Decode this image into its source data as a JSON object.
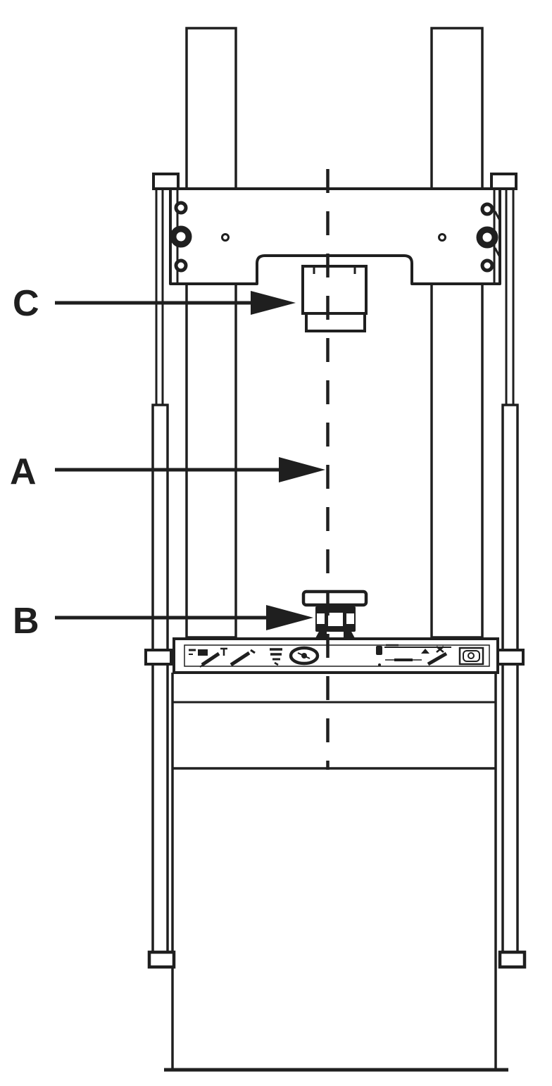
{
  "diagram": {
    "type": "technical-line-drawing",
    "subject": "impact-test-frame-front-view",
    "colors": {
      "ink": "#1f1f1f",
      "background": "#ffffff"
    },
    "callouts": [
      {
        "label": "C"
      },
      {
        "label": "A"
      },
      {
        "label": "B"
      }
    ],
    "safety_label_strip": {
      "icons": [
        "warning-marks-icon",
        "slash-tool-icon",
        "tee-mark-icon",
        "slash-tool-icon",
        "stacked-bars-icon",
        "oval-badge-icon",
        "block-icon",
        "measure-line-icon",
        "flag-triangle-icon",
        "cross-tools-icon",
        "slash-tool-icon",
        "connector-plug-icon"
      ]
    }
  }
}
